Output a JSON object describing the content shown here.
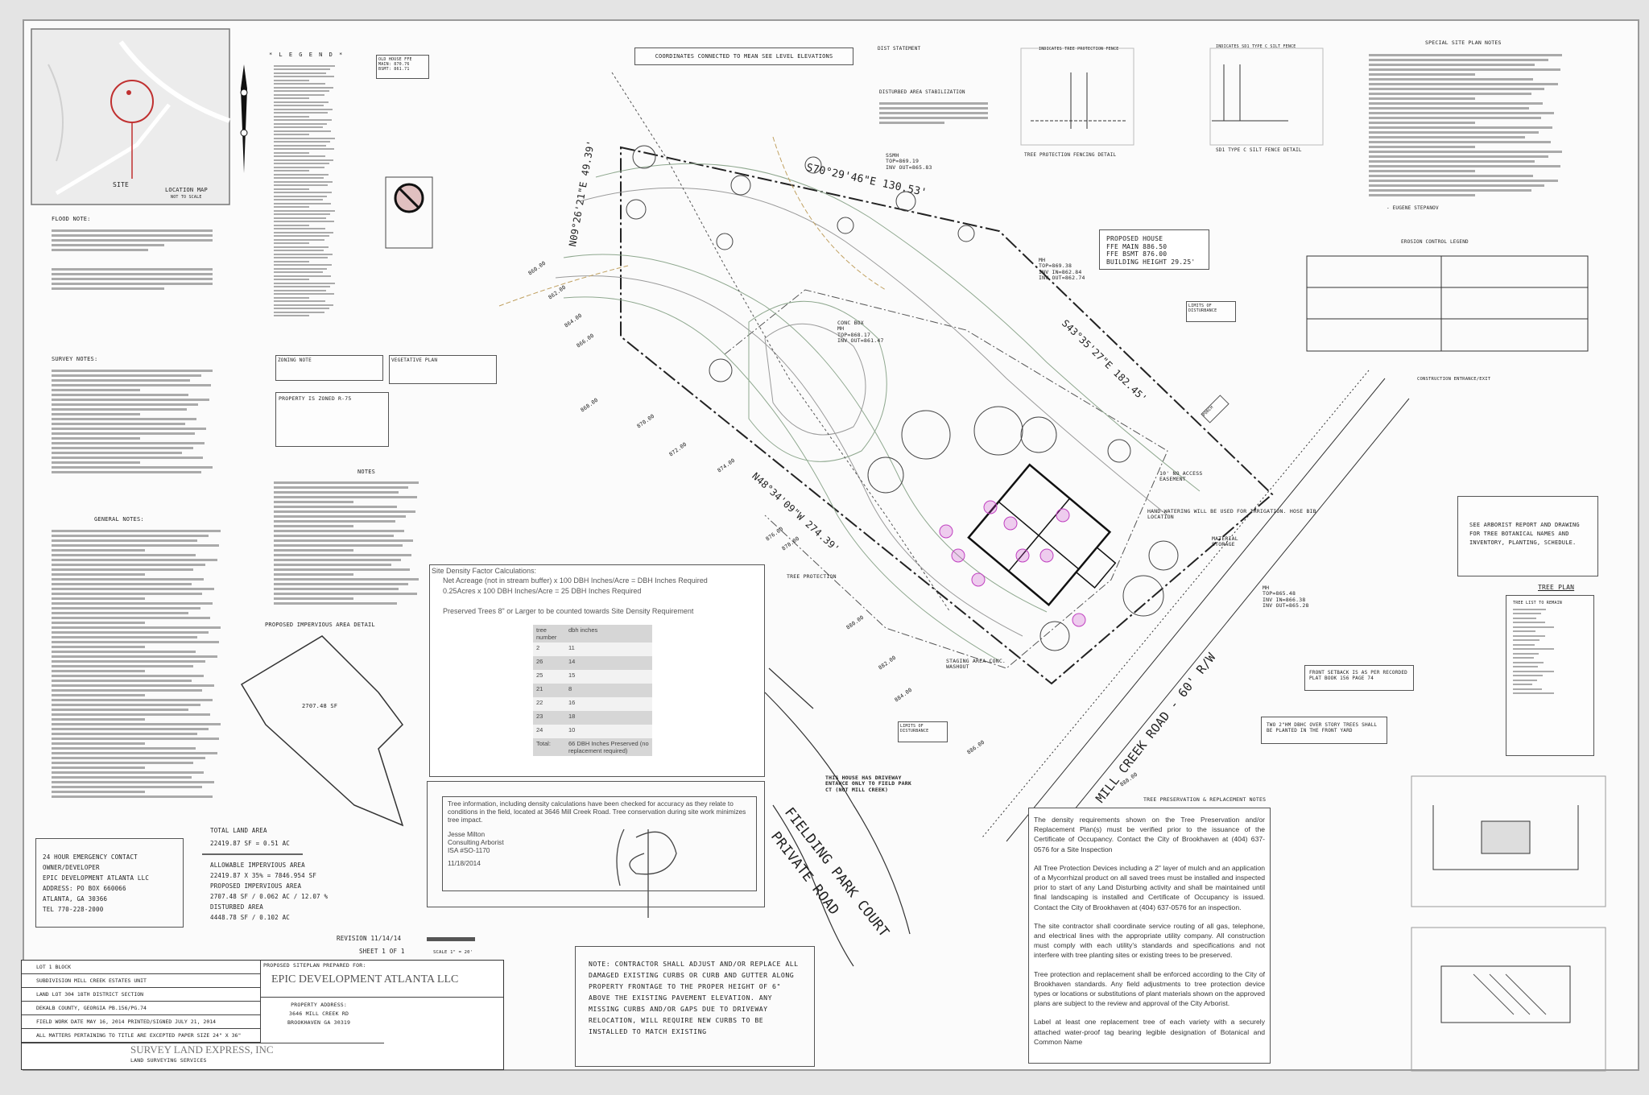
{
  "colors": {
    "sheet": "#fbfbfb",
    "line": "#333333",
    "contour": "#8fa88f",
    "tree_marker": "#c040c0",
    "map_circle": "#c03030"
  },
  "location_map": {
    "site_label": "SITE",
    "title": "LOCATION MAP",
    "subtitle": "NOT TO SCALE"
  },
  "legend": {
    "title": "* L E G E N D *"
  },
  "old_house_box": [
    "OLD HOUSE FFE",
    "MAIN: 870.76",
    "BSMT: 861.71"
  ],
  "coordinates_note": "COORDINATES CONNECTED TO MEAN SEE LEVEL ELEVATIONS",
  "flood_note": {
    "title": "FLOOD NOTE:"
  },
  "survey_notes": {
    "title": "SURVEY NOTES:"
  },
  "general_notes": {
    "title": "GENERAL NOTES:"
  },
  "zoning_note": {
    "title": "ZONING NOTE"
  },
  "vegetative_plan": {
    "title": "VEGETATIVE PLAN"
  },
  "property_zoned": "PROPERTY IS ZONED R-75",
  "notes_title": "NOTES",
  "impervious_detail": {
    "title": "PROPOSED IMPERVIOUS AREA DETAIL",
    "area": "2707.48 SF"
  },
  "site_density": {
    "title": "Site Density Factor Calculations:",
    "lines": [
      "Net Acreage (not in stream buffer) x 100 DBH Inches/Acre = DBH Inches Required",
      "0.25Acres x 100 DBH Inches/Acre = 25 DBH Inches Required",
      "Preserved Trees 8\" or Larger to be counted towards Site Density Requirement"
    ],
    "headers": [
      "tree number",
      "dbh inches"
    ],
    "rows": [
      [
        "2",
        "11"
      ],
      [
        "26",
        "14"
      ],
      [
        "25",
        "15"
      ],
      [
        "21",
        "8"
      ],
      [
        "22",
        "16"
      ],
      [
        "23",
        "18"
      ],
      [
        "24",
        "10"
      ]
    ],
    "total_label": "Total:",
    "total_value": "66 DBH Inches Preserved (no replacement required)"
  },
  "tree_info": {
    "text": "Tree information, including density calculations have been checked for accuracy as they relate to conditions in the field, located at 3646 Mill Creek Road.  Tree conservation during site work minimizes tree impact.",
    "name": "Jesse Milton",
    "role": "Consulting Arborist",
    "id": "ISA #SO-1170",
    "date": "11/18/2014"
  },
  "emergency_contact": [
    "24 HOUR EMERGENCY CONTACT",
    "OWNER/DEVELOPER",
    "EPIC DEVELOPMENT ATLANTA LLC",
    "ADDRESS: PO Box 660066",
    "ATLANTA, GA 30366",
    "TEL 770-228-2000"
  ],
  "areas": {
    "total_land_title": "TOTAL LAND AREA",
    "total_land": "22419.87 SF = 0.51 AC",
    "allowable_title": "ALLOWABLE IMPERVIOUS AREA",
    "allowable": "22419.87 X 35% = 7846.954 SF",
    "proposed_title": "PROPOSED IMPERVIOUS AREA",
    "proposed": "2707.48 SF / 0.062 AC / 12.07 %",
    "disturbed_title": "DISTURBED AREA",
    "disturbed": "4448.78 SF / 0.102 AC"
  },
  "revision": "REVISION 11/14/14",
  "sheet": "SHEET 1 OF 1",
  "scale": "SCALE 1\" = 20'",
  "title_block": {
    "rows": [
      "LOT 1          BLOCK",
      "SUBDIVISION MILL CREEK ESTATES      UNIT",
      "LAND LOT 304      18TH DISTRICT      SECTION",
      "DEKALB COUNTY, GEORGIA        PB.156/PG.74",
      "FIELD WORK DATE MAY 16, 2014    PRINTED/SIGNED JULY 21, 2014",
      "ALL MATTERS PERTAINING TO TITLE ARE EXCEPTED     PAPER SIZE 24\" x 36\""
    ],
    "prepared_for_label": "PROPOSED SITEPLAN PREPARED FOR:",
    "client": "EPIC DEVELOPMENT ATLANTA LLC",
    "property_address": [
      "PROPERTY ADDRESS:",
      "3646 MILL CREEK RD",
      "BROOKHAVEN GA 30319"
    ],
    "surveyor": "SURVEY LAND EXPRESS, INC",
    "surveyor_sub": "LAND SURVEYING SERVICES"
  },
  "curb_note": "NOTE: CONTRACTOR SHALL ADJUST AND/OR REPLACE ALL DAMAGED EXISTING CURBS OR CURB AND GUTTER ALONG PROPERTY FRONTAGE TO THE PROPER HEIGHT OF 6\" ABOVE THE EXISTING PAVEMENT ELEVATION. ANY MISSING CURBS AND/OR GAPS DUE TO DRIVEWAY RELOCATION, WILL REQUIRE NEW CURBS TO BE INSTALLED TO MATCH EXISTING",
  "tree_preservation": {
    "title": "TREE PRESERVATION & REPLACEMENT NOTES",
    "paragraphs": [
      "The density requirements shown on the Tree Preservation and/or Replacement Plan(s) must be verified prior to the issuance of the Certificate of Occupancy. Contact the City of Brookhaven at (404) 637-0576 for a Site Inspection",
      "All Tree Protection Devices including a 2\" layer of mulch and an application of a Mycorrhizal product on all saved trees must be installed and inspected prior to start of any Land Disturbing activity and shall be maintained until final landscaping is installed and Certificate of Occupancy is issued. Contact the City of Brookhaven at (404) 637-0576 for an inspection.",
      "The site contractor shall coordinate service routing of all gas, telephone, and electrical lines with the appropriate utility company. All construction must comply with each utility's standards and specifications and not interfere with tree planting sites or existing trees to be preserved.",
      "Tree protection and replacement shall be enforced according to the City of Brookhaven standards. Any field adjustments to tree protection device types or locations or substitutions of plant materials shown on the approved plans are subject to the review and approval of the City Arborist.",
      "Label at least one replacement tree of each variety with a securely attached water-proof tag bearing legible designation of Botanical and Common Name"
    ]
  },
  "arborist_note": "SEE ARBORIST REPORT AND DRAWING FOR TREE BOTANICAL NAMES AND INVENTORY, PLANTING, SCHEDULE.",
  "tree_plan": {
    "title": "TREE PLAN",
    "list_title": "TREE LIST TO REMAIN"
  },
  "top_notes": {
    "dist_statement": "DIST STATEMENT",
    "disturbed_stab": "DISTURBED AREA STABILIZATION",
    "tp_fence_indicator": "INDICATES TREE PROTECTION FENCE",
    "silt_fence_indicator": "INDICATES Sd1 TYPE C SILT FENCE",
    "tp_fence_detail": "TREE PROTECTION FENCING DETAIL",
    "silt_fence_detail": "Sd1 TYPE C SILT FENCE DETAIL",
    "special_notes": "SPECIAL SITE PLAN NOTES",
    "erosion_legend": "EROSION CONTROL LEGEND",
    "construction_exit": "CONSTRUCTION ENTRANCE/EXIT",
    "owner_name": "- EUGENE STEPANOV"
  },
  "plan_labels": {
    "bearing_top": "S70°29'46\"E  130.53'",
    "bearing_left": "N09°26'21\"E  49.39'",
    "bearing_right": "S43°35'27\"E  182.45'",
    "bearing_bottom": "N48°34'09\"W  274.39'",
    "proposed_house": [
      "PROPOSED HOUSE",
      "FFE MAIN 886.50",
      "FFE BSMT 876.00",
      "BUILDING HEIGHT 29.25'"
    ],
    "limits_disturbance": "LIMITS OF DISTURBANCE",
    "limits_disturbance_2": "LIMITS OF DISTURBANCE",
    "no_access": "10' NO ACCESS EASEMENT",
    "hand_watering": "HAND-WATERING WILL BE USED FOR IRRIGATION. HOSE BIB LOCATION",
    "material_storage": "MATERIAL STORAGE",
    "tree_protection": "TREE PROTECTION",
    "staging": "STAGING AREA CONC. WASHOUT",
    "driveway_note": "THIS HOUSE HAS DRIVEWAY ENTANCE ONLY TO FIELD PARK CT (NOT MILL CREEK)",
    "front_setback": "FRONT SETBACK IS AS PER RECORDED PLAT BOOK 156 PAGE 74",
    "two_trees": "TWO 2\"HM DBHC OVER STORY TREES SHALL BE PLANTED IN THE FRONT YARD",
    "conc_box": [
      "CONC BOX",
      "MH",
      "TOP=868.17",
      "INV OUT=861.47"
    ],
    "ssmh": [
      "SSMH",
      "TOP=869.19",
      "INV OUT=865.83"
    ],
    "mh_top": [
      "MH",
      "TOP=869.38",
      "INV IN=862.84",
      "INV OUT=862.74"
    ],
    "mh_bottom": [
      "MH",
      "TOP=865.48",
      "INV IN=866.38",
      "INV OUT=865.28"
    ],
    "mill_creek": "MILL CREEK ROAD - 60' R/W",
    "fielding_1": "FIELDING PARK COURT",
    "fielding_2": "PRIVATE ROAD",
    "porch": "PORCH",
    "contours": [
      "860.00",
      "862.00",
      "864.00",
      "866.00",
      "868.00",
      "870.00",
      "872.00",
      "874.00",
      "876.00",
      "878.00",
      "880.00",
      "882.00",
      "884.00",
      "886.00",
      "888.00"
    ]
  }
}
